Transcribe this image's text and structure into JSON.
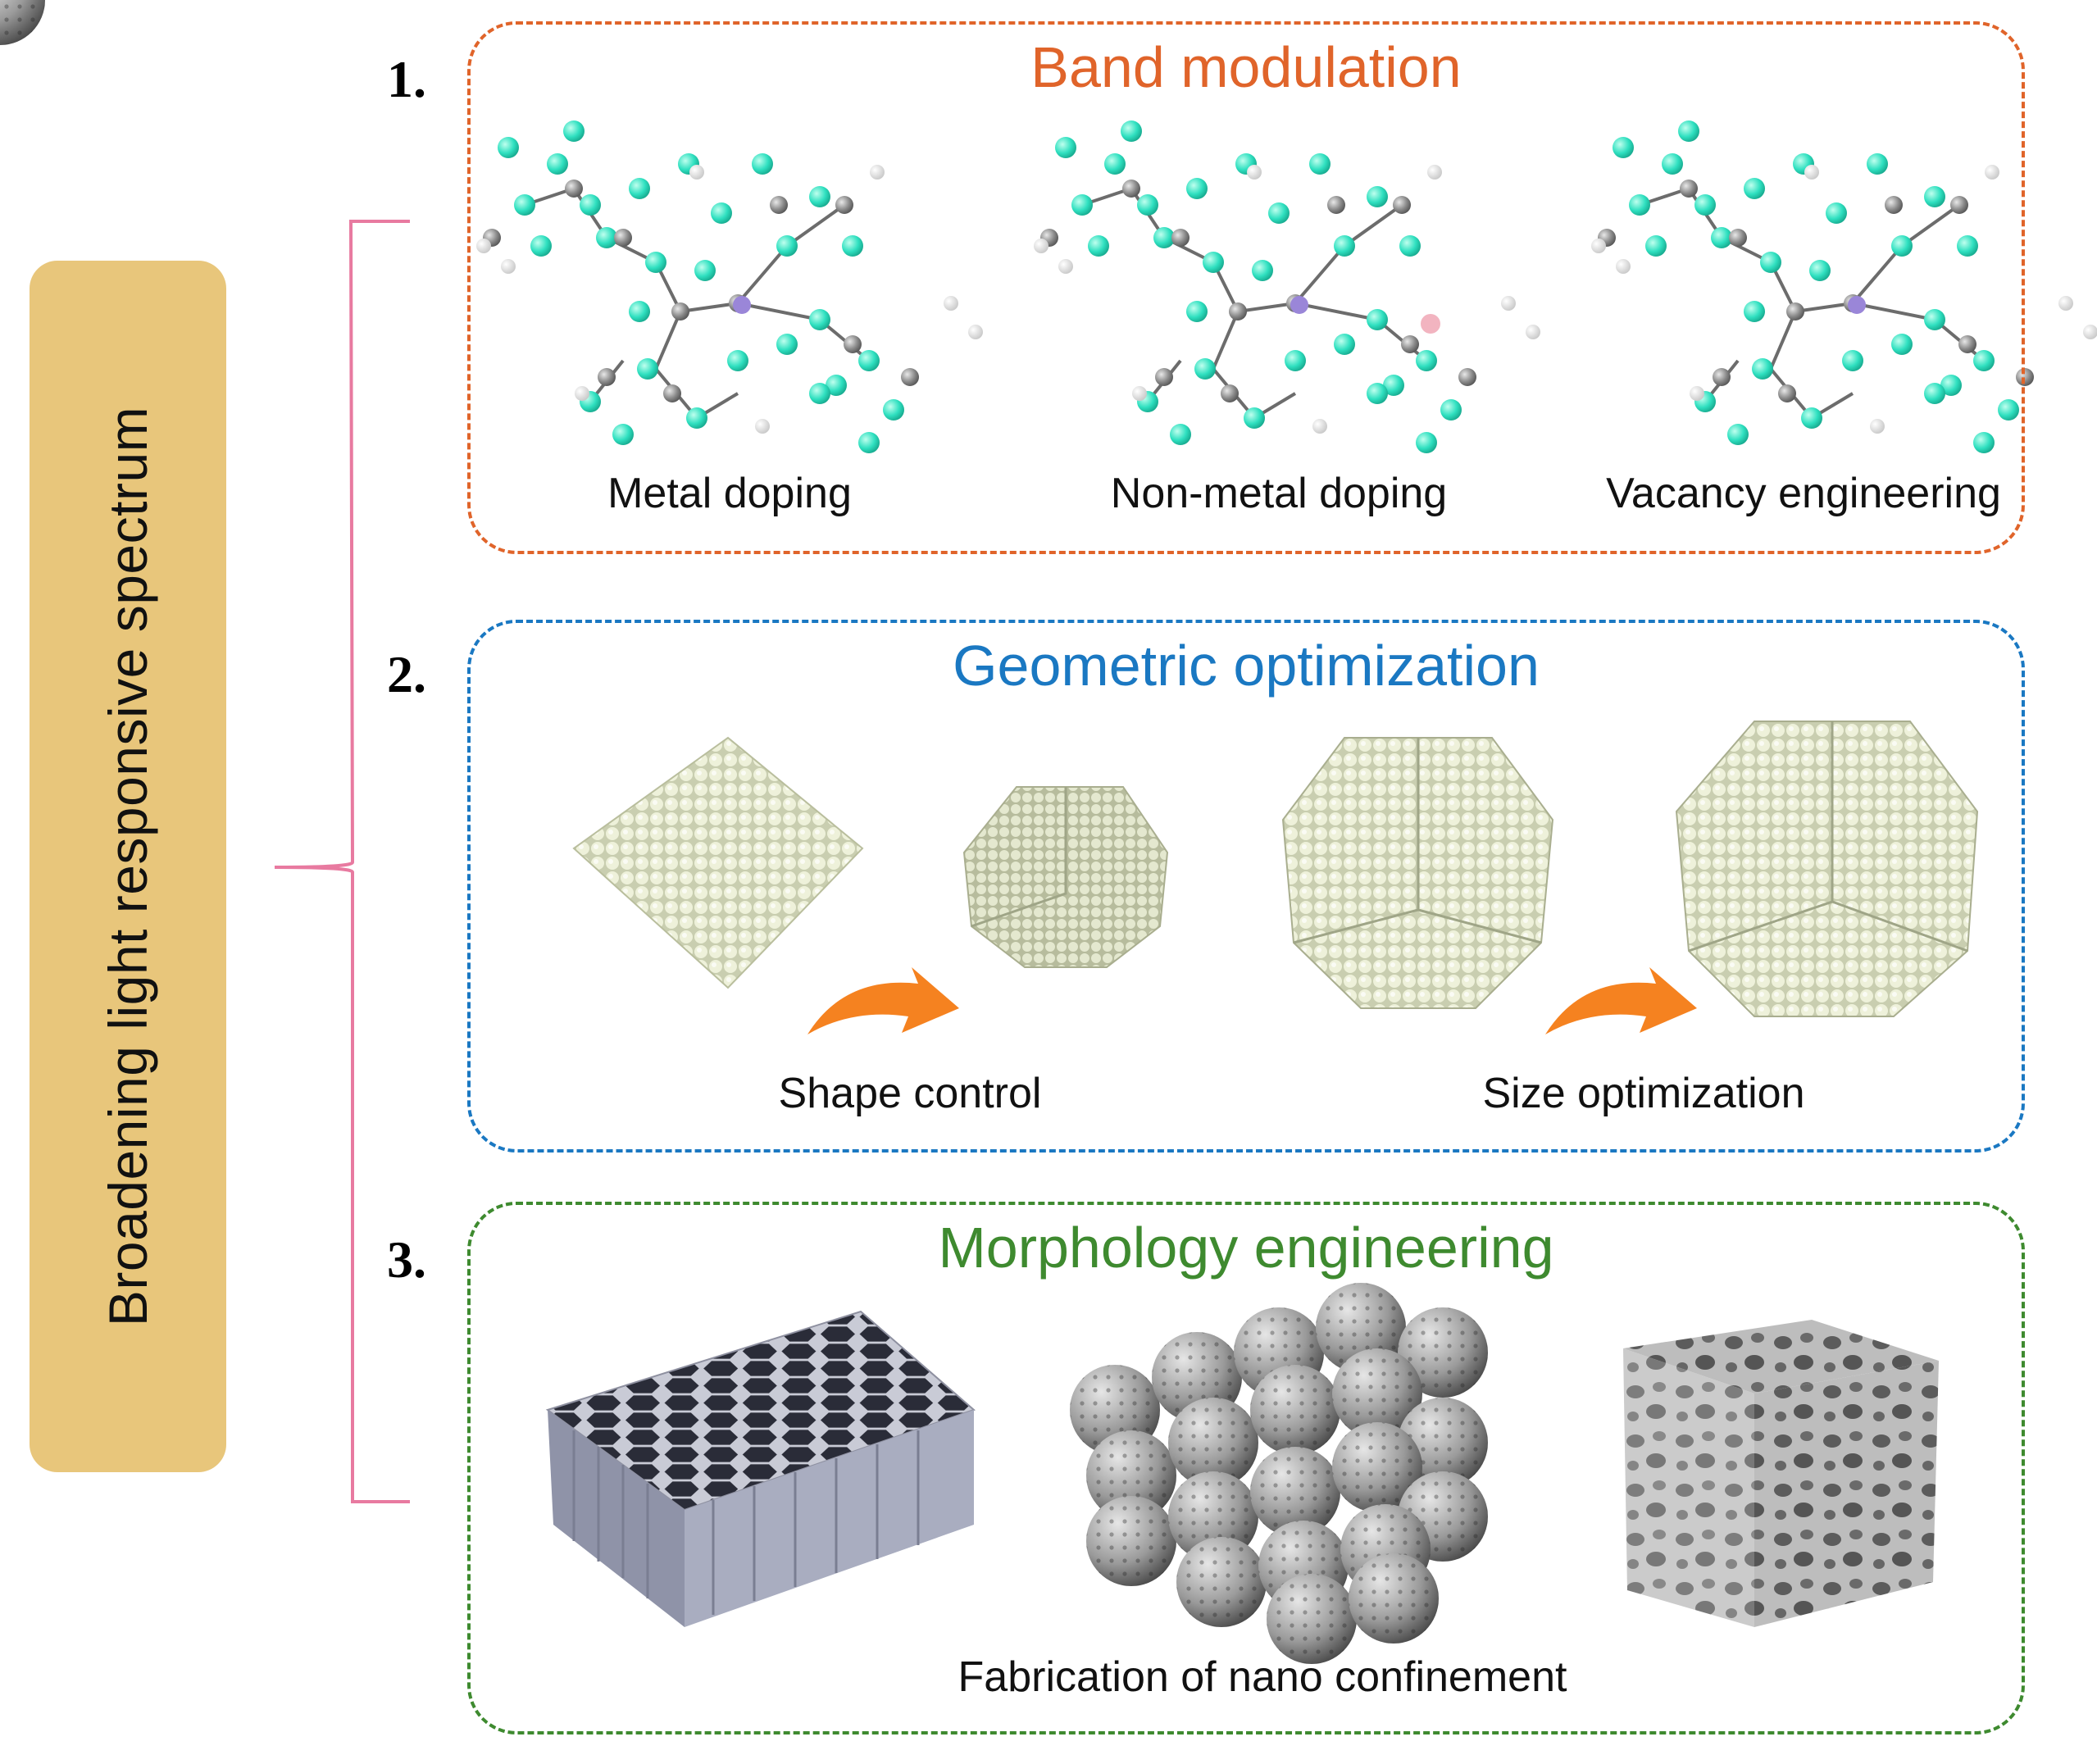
{
  "sidebar": {
    "label": "Broadening light responsive spectrum"
  },
  "colors": {
    "band": "#e0642a",
    "geometric": "#1a78c2",
    "morphology": "#3e8a2f",
    "brace": "#e87aa0",
    "sidebar_fill": "#e8c67b",
    "arrow": "#f58220",
    "atom_n": "#2fe0c0",
    "atom_c": "#8a8a8a"
  },
  "sections": [
    {
      "number": "1.",
      "title": "Band modulation",
      "labels": [
        "Metal doping",
        "Non-metal doping",
        "Vacancy engineering"
      ]
    },
    {
      "number": "2.",
      "title": "Geometric optimization",
      "labels": [
        "Shape control",
        "Size optimization"
      ]
    },
    {
      "number": "3.",
      "title": "Morphology engineering",
      "labels": [
        "Fabrication of nano confinement"
      ]
    }
  ]
}
